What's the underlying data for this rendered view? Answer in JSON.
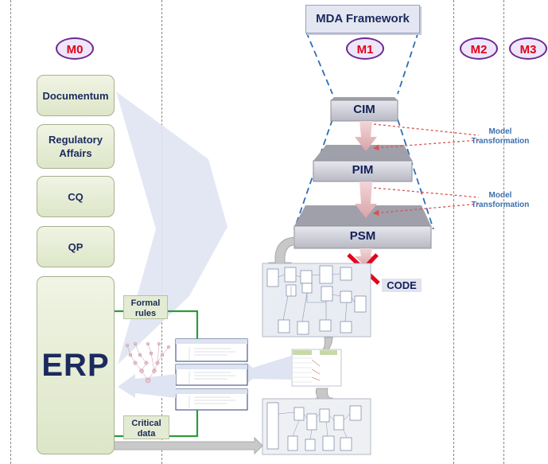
{
  "title": "MDA Framework",
  "levels": {
    "m0": "M0",
    "m1": "M1",
    "m2": "M2",
    "m3": "M3"
  },
  "systems": {
    "documentum": "Documentum",
    "regulatory_affairs_line1": "Regulatory",
    "regulatory_affairs_line2": "Affairs",
    "cq": "CQ",
    "qp": "QP",
    "erp": "ERP"
  },
  "model_layers": {
    "cim": "CIM",
    "pim": "PIM",
    "psm": "PSM"
  },
  "transformations": [
    {
      "line1": "Model",
      "line2": "Transformation"
    },
    {
      "line1": "Model",
      "line2": "Transformation"
    }
  ],
  "code_label": "CODE",
  "formal_rules": {
    "line1": "Formal",
    "line2": "rules"
  },
  "critical_data": {
    "line1": "Critical",
    "line2": "data"
  },
  "colors": {
    "m_label_text": "#e0001a",
    "m_label_border": "#6b2b8f",
    "navy_text": "#1b2a5e",
    "green_connector": "#2f9a3c",
    "cross": "#e3001b",
    "transformation_text": "#3c6fae",
    "funnel_dash": "#2f6fb1"
  }
}
